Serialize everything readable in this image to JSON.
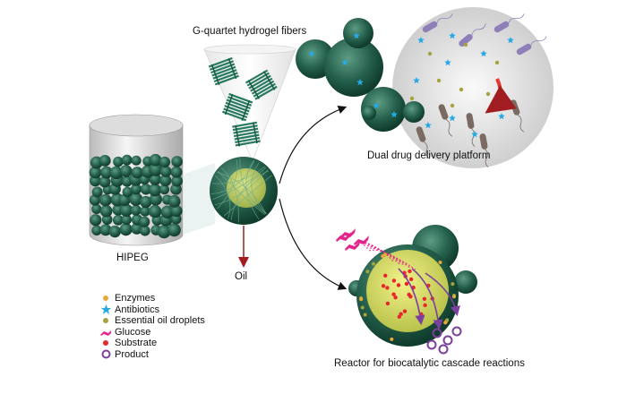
{
  "labels": {
    "fibers": "G-quartet hydrogel fibers",
    "hipeg": "HIPEG",
    "oil": "Oil",
    "dual": "Dual drug delivery platform",
    "reactor": "Reactor for biocatalytic cascade reactions"
  },
  "legend": [
    {
      "label": "Enzymes",
      "icon": "enzyme-dot-icon",
      "color": "#e8a93a"
    },
    {
      "label": "Antibiotics",
      "icon": "star-icon",
      "color": "#27a9e1"
    },
    {
      "label": "Essential oil droplets",
      "icon": "olive-dot-icon",
      "color": "#a5a33a"
    },
    {
      "label": "Glucose",
      "icon": "glucose-zigzag-icon",
      "color": "#e3248b"
    },
    {
      "label": "Substrate",
      "icon": "red-dot-icon",
      "color": "#e8262d"
    },
    {
      "label": "Product",
      "icon": "ring-icon",
      "color": "#7b3f9e"
    }
  ],
  "colors": {
    "sphere": "#1f5e4a",
    "core": "#d9e26b",
    "arrow": "#a11d21"
  }
}
